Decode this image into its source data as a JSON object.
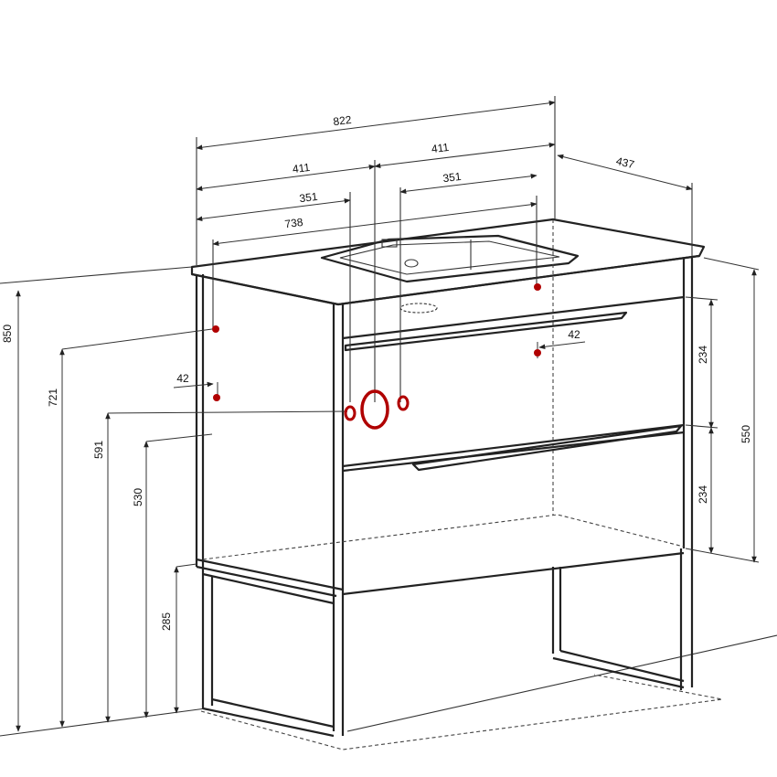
{
  "dimensions": {
    "overall_width": "822",
    "left_half": "411",
    "right_half": "411",
    "left_offset": "351",
    "right_offset": "351",
    "inner_width": "738",
    "depth": "437",
    "total_height": "850",
    "h_721": "721",
    "h_591": "591",
    "h_530": "530",
    "h_285": "285",
    "drawer_upper": "234",
    "drawer_lower": "234",
    "body_height": "550",
    "pipe_offset_left": "42",
    "pipe_offset_right": "42"
  },
  "colors": {
    "line": "#222222",
    "marker": "#b00000",
    "background": "#ffffff"
  }
}
